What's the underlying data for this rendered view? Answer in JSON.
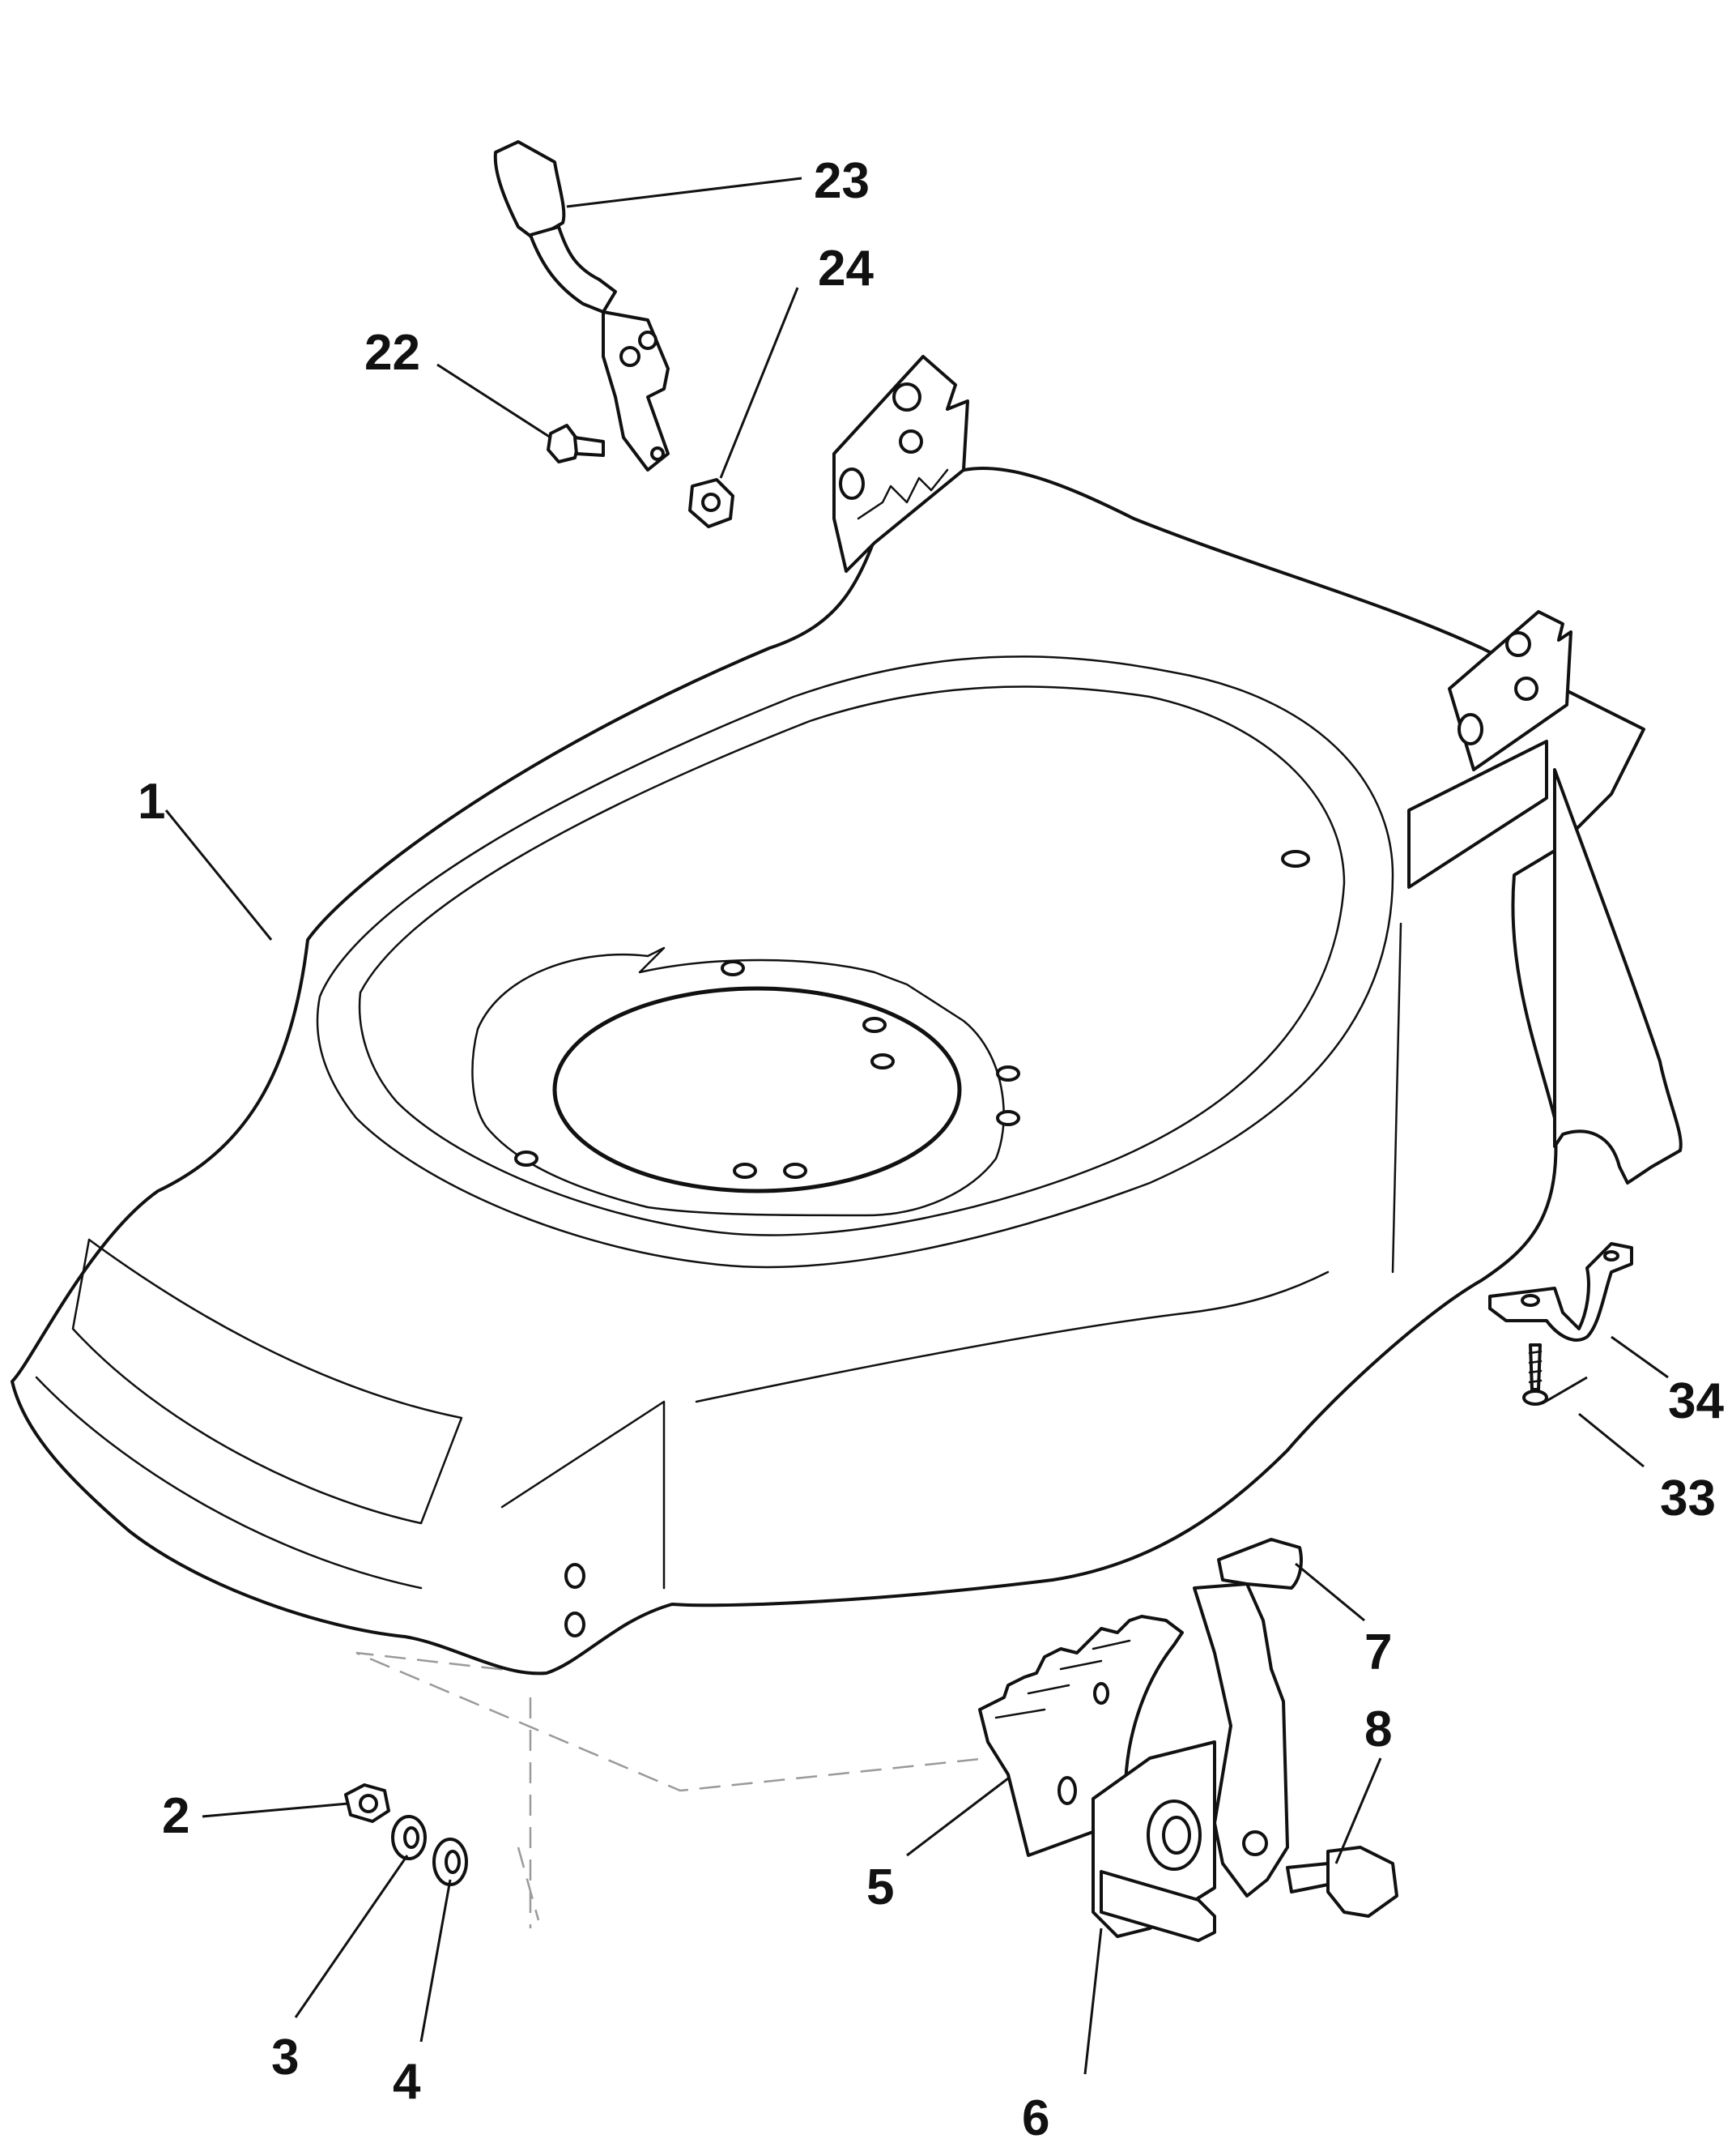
{
  "diagram": {
    "callouts": [
      {
        "id": "1",
        "label": "1"
      },
      {
        "id": "2",
        "label": "2"
      },
      {
        "id": "3",
        "label": "3"
      },
      {
        "id": "4",
        "label": "4"
      },
      {
        "id": "5",
        "label": "5"
      },
      {
        "id": "6",
        "label": "6"
      },
      {
        "id": "7",
        "label": "7"
      },
      {
        "id": "8",
        "label": "8"
      },
      {
        "id": "22",
        "label": "22"
      },
      {
        "id": "23",
        "label": "23"
      },
      {
        "id": "24",
        "label": "24"
      },
      {
        "id": "33",
        "label": "33"
      },
      {
        "id": "34",
        "label": "34"
      }
    ]
  }
}
